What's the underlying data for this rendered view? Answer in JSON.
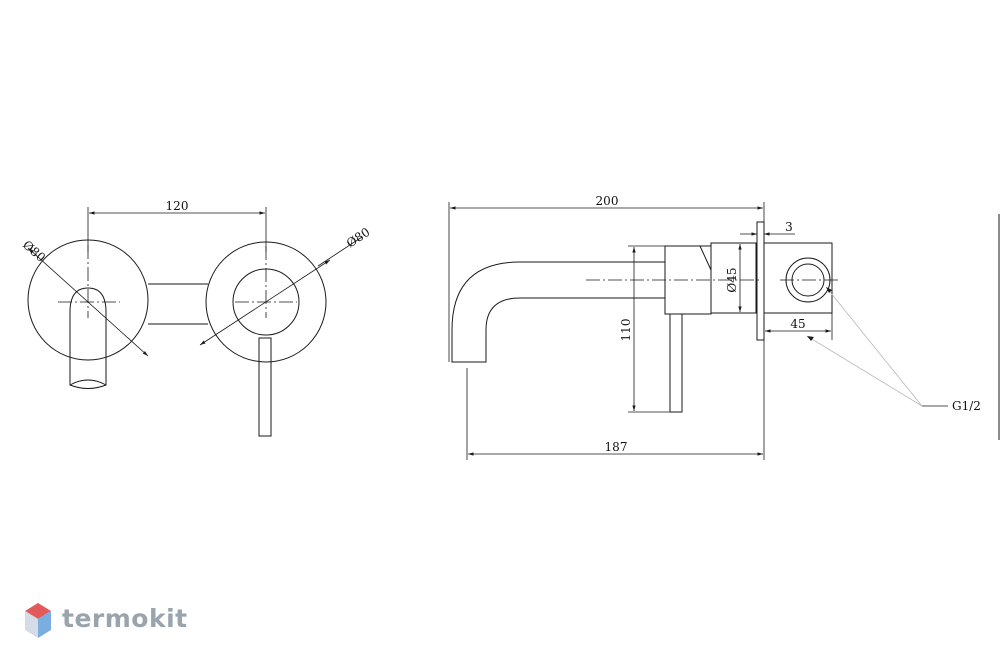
{
  "dimensions": {
    "spacing": "120",
    "diameter_left": "Ø80",
    "diameter_right": "Ø80",
    "total_length": "200",
    "spout_length": "187",
    "height": "110",
    "pipe_diameter": "Ø45",
    "plate_thickness": "3",
    "box_depth": "45",
    "thread": "G1/2"
  },
  "brand": {
    "name": "termokit",
    "colors": {
      "top": "#e25b5b",
      "left": "#d4dce5",
      "right": "#7aaee0",
      "text": "#9aa4ad"
    }
  }
}
